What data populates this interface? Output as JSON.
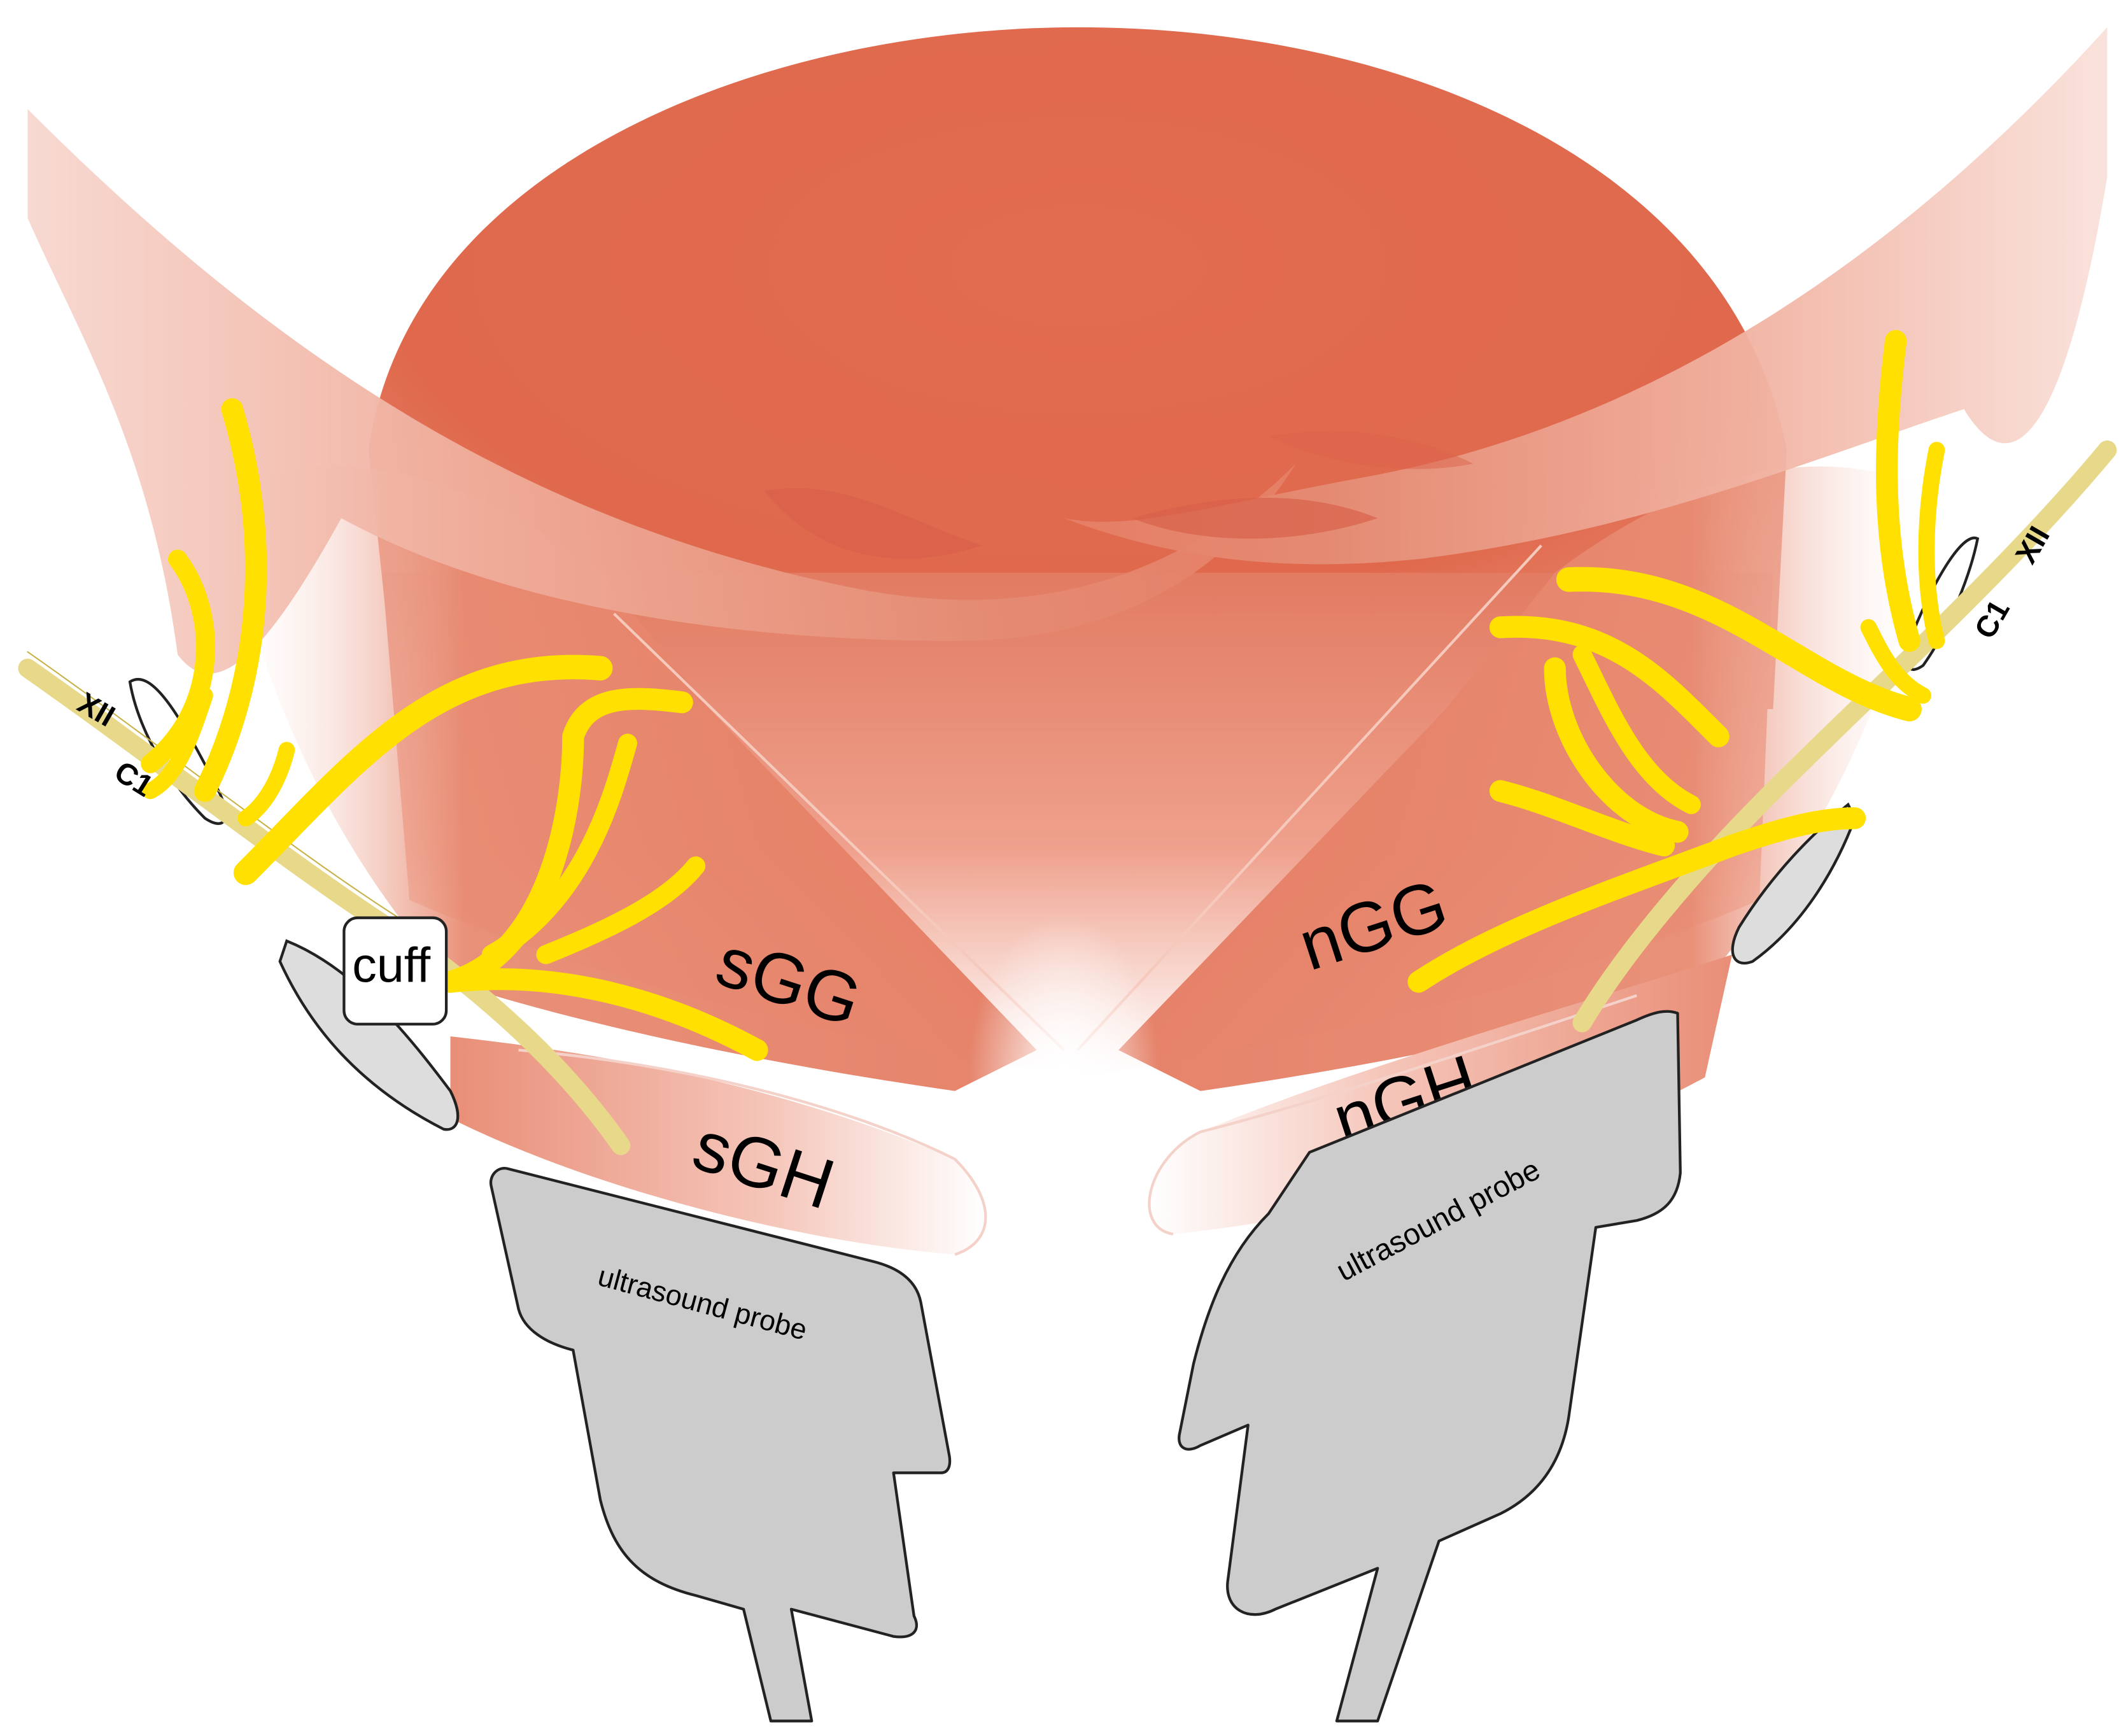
{
  "labels": {
    "sGG": "sGG",
    "sGH": "sGH",
    "nGG": "nGG",
    "nGH": "nGH",
    "cuff": "cuff",
    "probe_left": "ultrasound probe",
    "probe_right": "ultrasound probe",
    "nerve_xii_left": "XII",
    "nerve_c1_left": "C1",
    "nerve_xii_right": "XII",
    "nerve_c1_right": "C1"
  },
  "colors": {
    "tongue": "#E06C4F",
    "tongue_dark": "#D85E45",
    "muscle_light": "#F2B9AA",
    "nerve": "#FFE000",
    "nerve_pale": "#E8D98A",
    "probe_fill": "#CCCCCC",
    "probe_stroke": "#222222"
  }
}
